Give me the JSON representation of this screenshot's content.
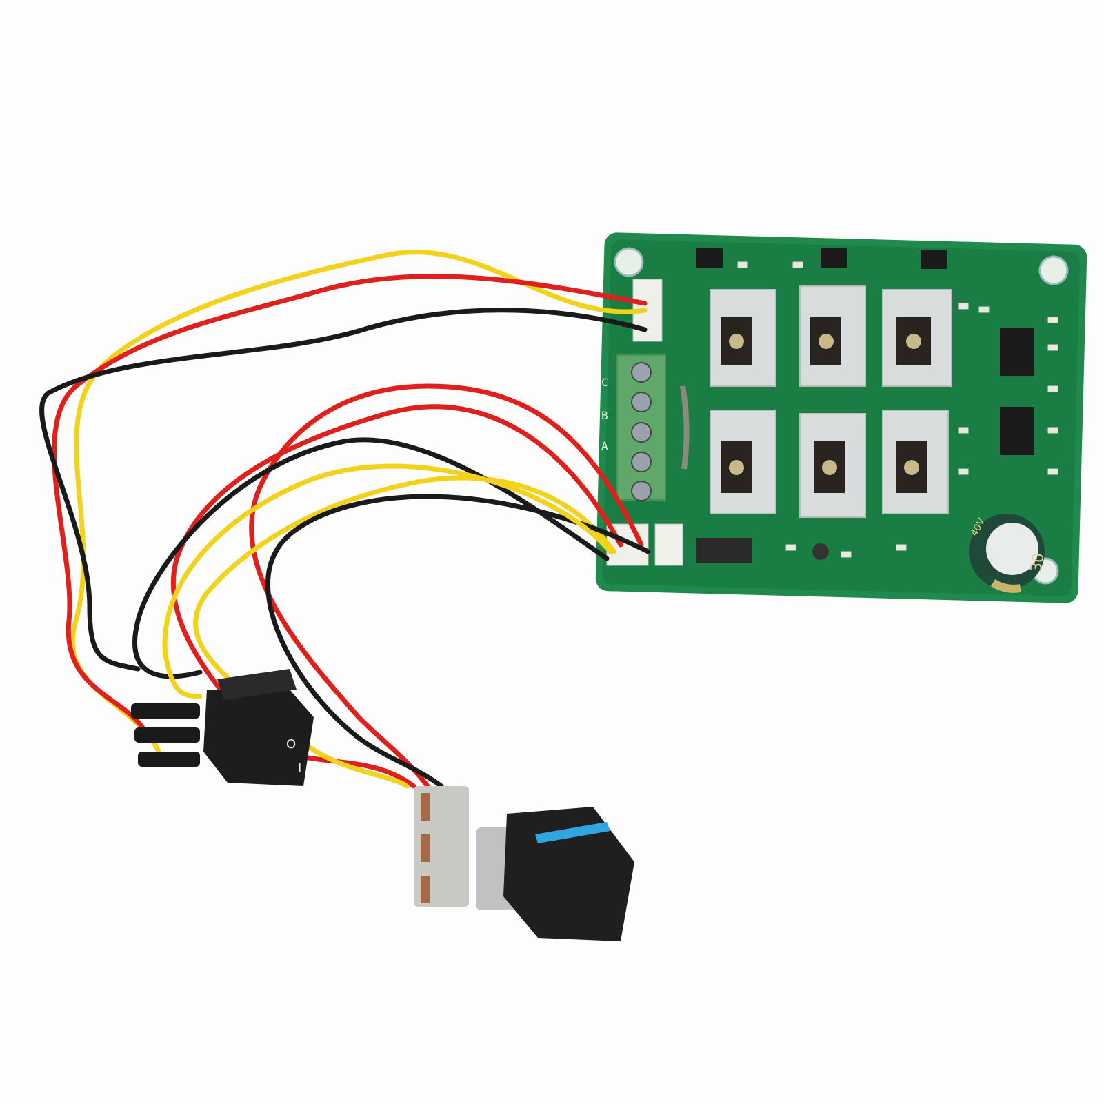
{
  "scene": {
    "subject": "Brushless DC motor controller board with wiring, rocker switch and speed potentiometer",
    "background": "#fdfdfd"
  },
  "pcb": {
    "color": "#1f8a4c",
    "dark_color": "#136b38",
    "terminal_block_color": "#5fa86a",
    "terminal_labels": [
      "C",
      "B",
      "A"
    ],
    "heatsink_count": 6,
    "capacitor": {
      "label_voltage": "40V",
      "label_value": "30",
      "color": "#1f4a3a",
      "band": "#c9b46a"
    }
  },
  "wires": {
    "red": "#e0201c",
    "black": "#1a1a1a",
    "yellow": "#f2d21a"
  },
  "switch": {
    "symbol_on": "I",
    "symbol_off": "O",
    "color": "#1d1d1d"
  },
  "knob": {
    "color": "#1f1f1f",
    "indicator_color": "#2fa6e0"
  }
}
